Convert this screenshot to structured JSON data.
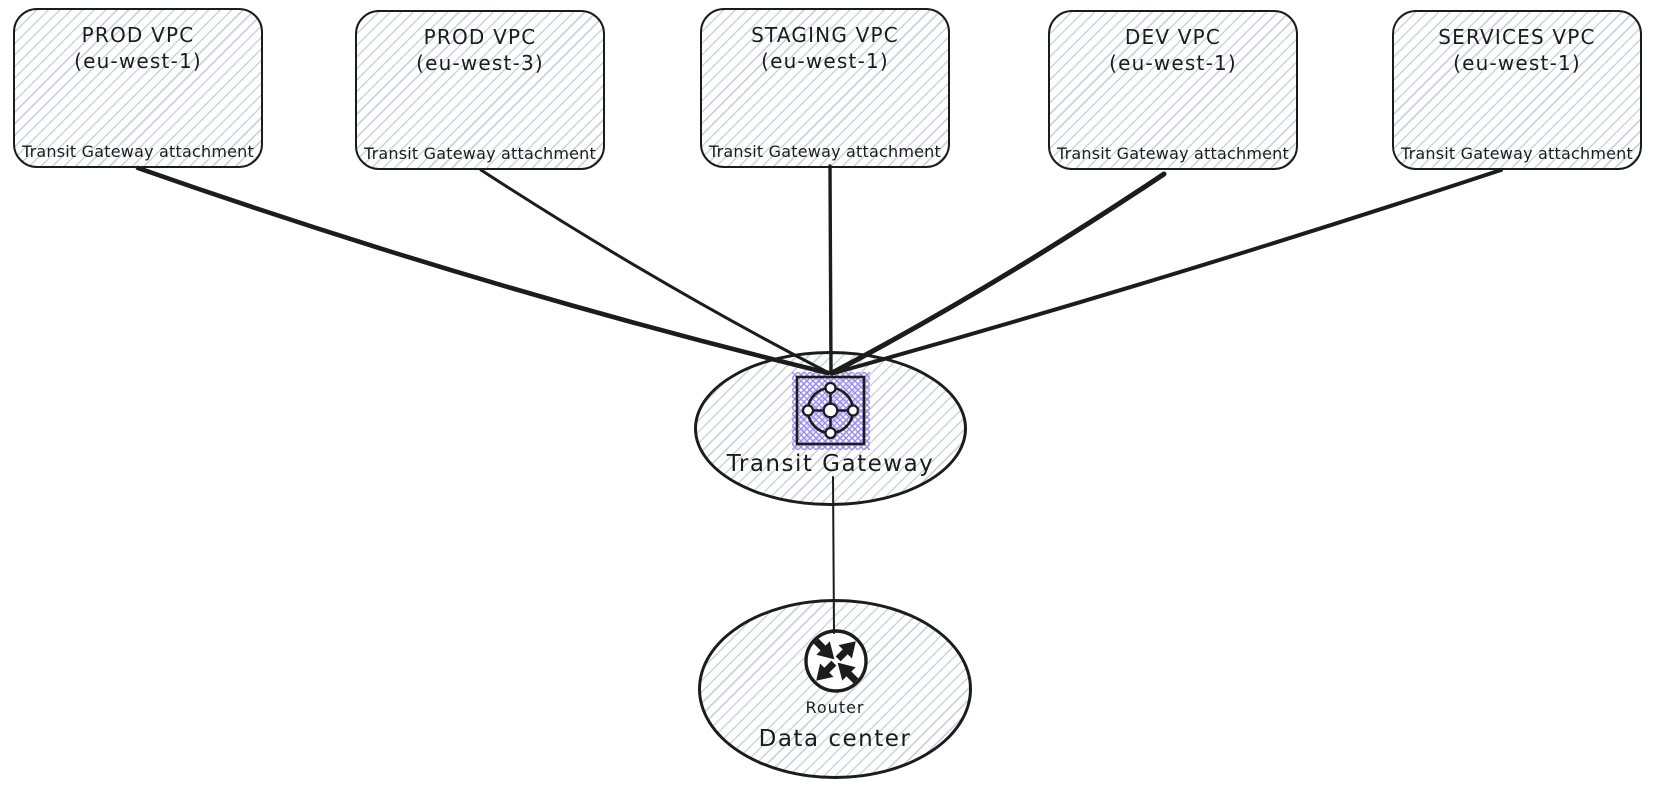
{
  "nodes": {
    "vpcs": [
      {
        "name": "PROD VPC",
        "region": "(eu-west-1)",
        "attachment_label": "Transit Gateway attachment"
      },
      {
        "name": "PROD VPC",
        "region": "(eu-west-3)",
        "attachment_label": "Transit Gateway attachment"
      },
      {
        "name": "STAGING VPC",
        "region": "(eu-west-1)",
        "attachment_label": "Transit Gateway attachment"
      },
      {
        "name": "DEV VPC",
        "region": "(eu-west-1)",
        "attachment_label": "Transit Gateway attachment"
      },
      {
        "name": "SERVICES VPC",
        "region": "(eu-west-1)",
        "attachment_label": "Transit Gateway attachment"
      }
    ],
    "transit_gateway": {
      "label": "Transit Gateway",
      "icon": "transit-gateway-icon"
    },
    "data_center": {
      "label": "Data center",
      "router_label": "Router",
      "icon": "router-icon"
    }
  },
  "connections": [
    {
      "from": "PROD VPC (eu-west-1)",
      "to": "Transit Gateway"
    },
    {
      "from": "PROD VPC (eu-west-3)",
      "to": "Transit Gateway"
    },
    {
      "from": "STAGING VPC (eu-west-1)",
      "to": "Transit Gateway"
    },
    {
      "from": "DEV VPC (eu-west-1)",
      "to": "Transit Gateway"
    },
    {
      "from": "SERVICES VPC (eu-west-1)",
      "to": "Transit Gateway"
    },
    {
      "from": "Transit Gateway",
      "to": "Data center"
    }
  ],
  "colors": {
    "background": "#ffffff",
    "stroke": "#1c1c1c",
    "hatch_gray": "#ccd3e0",
    "hatch_purple": "#9d8cf2"
  }
}
